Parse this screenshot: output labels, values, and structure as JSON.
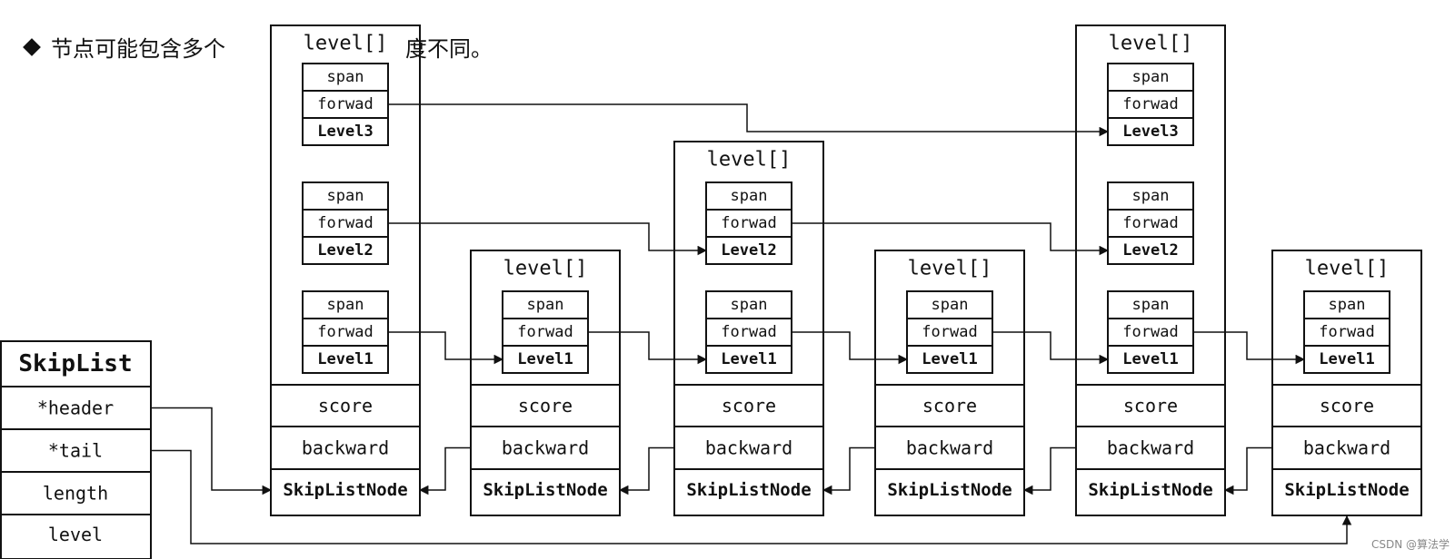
{
  "heading": {
    "marker": "diamond-bullet",
    "text_left": "节点可能包含多个",
    "text_right": "度不同。"
  },
  "skiplist": {
    "title": "SkipList",
    "fields": [
      "*header",
      "*tail",
      "length",
      "level"
    ]
  },
  "node_labels": {
    "level_array": "level[]",
    "span": "span",
    "forward": "forwad",
    "level_prefix": "Level",
    "score": "score",
    "backward": "backward",
    "node_name": "SkipListNode"
  },
  "nodes": [
    {
      "id": "n1",
      "levels": 3
    },
    {
      "id": "n2",
      "levels": 1
    },
    {
      "id": "n3",
      "levels": 2
    },
    {
      "id": "n4",
      "levels": 1
    },
    {
      "id": "n5",
      "levels": 3
    },
    {
      "id": "n6",
      "levels": 1
    }
  ],
  "forward_links": [
    {
      "level": 3,
      "from": "n1",
      "to": "n5"
    },
    {
      "level": 2,
      "from": "n1",
      "to": "n3"
    },
    {
      "level": 2,
      "from": "n3",
      "to": "n5"
    },
    {
      "level": 1,
      "from": "n1",
      "to": "n2"
    },
    {
      "level": 1,
      "from": "n2",
      "to": "n3"
    },
    {
      "level": 1,
      "from": "n3",
      "to": "n4"
    },
    {
      "level": 1,
      "from": "n4",
      "to": "n5"
    },
    {
      "level": 1,
      "from": "n5",
      "to": "n6"
    }
  ],
  "backward_links": [
    {
      "from": "n2",
      "to": "n1"
    },
    {
      "from": "n3",
      "to": "n2"
    },
    {
      "from": "n4",
      "to": "n3"
    },
    {
      "from": "n5",
      "to": "n4"
    },
    {
      "from": "n6",
      "to": "n5"
    }
  ],
  "pointer_links": [
    {
      "field": "*header",
      "to": "n1"
    },
    {
      "field": "*tail",
      "to": "n6"
    }
  ],
  "watermark": "CSDN @算法学",
  "colors": {
    "stroke": "#111111",
    "background": "#ffffff"
  }
}
